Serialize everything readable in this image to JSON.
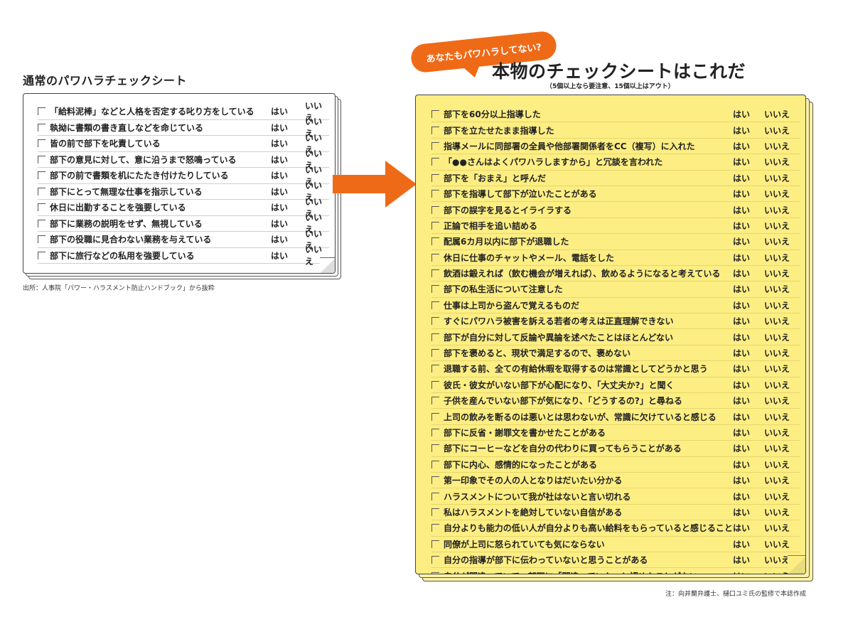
{
  "left": {
    "title": "通常のパワハラチェックシート",
    "source_note": "出所：人事院「パワー・ハラスメント防止ハンドブック」から抜粋",
    "yes_label": "はい",
    "no_label": "いいえ",
    "items": [
      "「給料泥棒」などと人格を否定する叱り方をしている",
      "執拗に書類の書き直しなどを命じている",
      "皆の前で部下を叱責している",
      "部下の意見に対して、意に沿うまで怒鳴っている",
      "部下の前で書類を机にたたき付けたりしている",
      "部下にとって無理な仕事を指示している",
      "休日に出勤することを強要している",
      "部下に業務の説明をせず、無視している",
      "部下の役職に見合わない業務を与えている",
      "部下に旅行などの私用を強要している"
    ]
  },
  "right": {
    "bubble": "あなたもパワハラしてない?",
    "title": "本物のチェックシートはこれだ",
    "subtitle": "（5個以上なら要注意、15個以上はアウト）",
    "supervision_note": "注：向井蘭弁護士、樋口ユミ氏の監修で本誌作成",
    "yes_label": "はい",
    "no_label": "いいえ",
    "items": [
      "部下を60分以上指導した",
      "部下を立たせたまま指導した",
      "指導メールに同部署の全員や他部署関係者をCC（複写）に入れた",
      "「●●さんはよくパワハラしますから」と冗談を言われた",
      "部下を「おまえ」と呼んだ",
      "部下を指導して部下が泣いたことがある",
      "部下の誤字を見るとイライラする",
      "正論で相手を追い詰める",
      "配属6カ月以内に部下が退職した",
      "休日に仕事のチャットやメール、電話をした",
      "飲酒は鍛えれば（飲む機会が増えれば）、飲めるようになると考えている",
      "部下の私生活について注意した",
      "仕事は上司から盗んで覚えるものだ",
      "すぐにパワハラ被害を訴える若者の考えは正直理解できない",
      "部下が自分に対して反論や異論を述べたことはほとんどない",
      "部下を褒めると、現状で満足するので、褒めない",
      "退職する前、全ての有給休暇を取得するのは常識としてどうかと思う",
      "彼氏・彼女がいない部下が心配になり、「大丈夫か?」と聞く",
      "子供を産んでいない部下が気になり、「どうするの?」と尋ねる",
      "上司の飲みを断るのは悪いとは思わないが、常識に欠けていると感じる",
      "部下に反省・謝罪文を書かせたことがある",
      "部下にコーヒーなどを自分の代わりに買ってもらうことがある",
      "部下に内心、感情的になったことがある",
      "第一印象でその人の人となりはだいたい分かる",
      "ハラスメントについて我が社はないと言い切れる",
      "私はハラスメントを絶対していない自信がある",
      "自分よりも能力の低い人が自分よりも高い給料をもらっていると感じることがある",
      "同僚が上司に怒られていても気にならない",
      "自分の指導が部下に伝わっていないと思うことがある",
      "自分が間違っていて、部下に「間違っていた」と認めたことがない"
    ]
  },
  "colors": {
    "accent": "#ef6a17",
    "sheet_yellow": "#fdee84"
  }
}
